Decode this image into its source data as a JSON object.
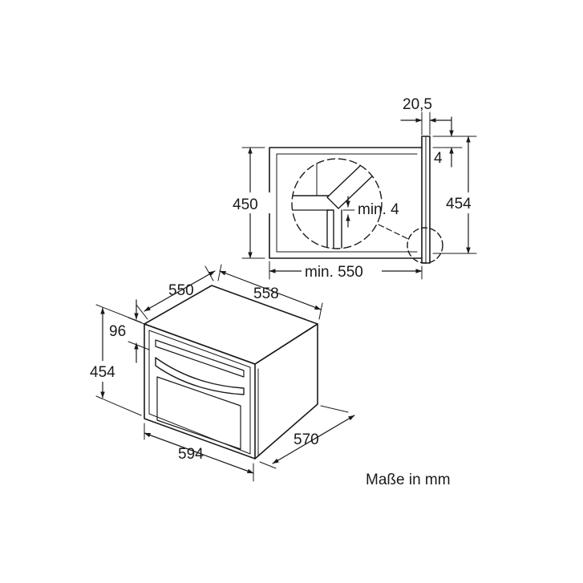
{
  "labels": {
    "top_width": "20,5",
    "top_offset": "4",
    "niche_height": "450",
    "panel_height": "454",
    "min_gap": "min. 4",
    "min_depth": "min. 550",
    "depth": "550",
    "width_top": "558",
    "front_top": "96",
    "front_height": "454",
    "front_width": "594",
    "side_depth": "570",
    "units": "Maße in mm"
  },
  "colors": {
    "line": "#1a1a1a",
    "background": "#ffffff"
  }
}
